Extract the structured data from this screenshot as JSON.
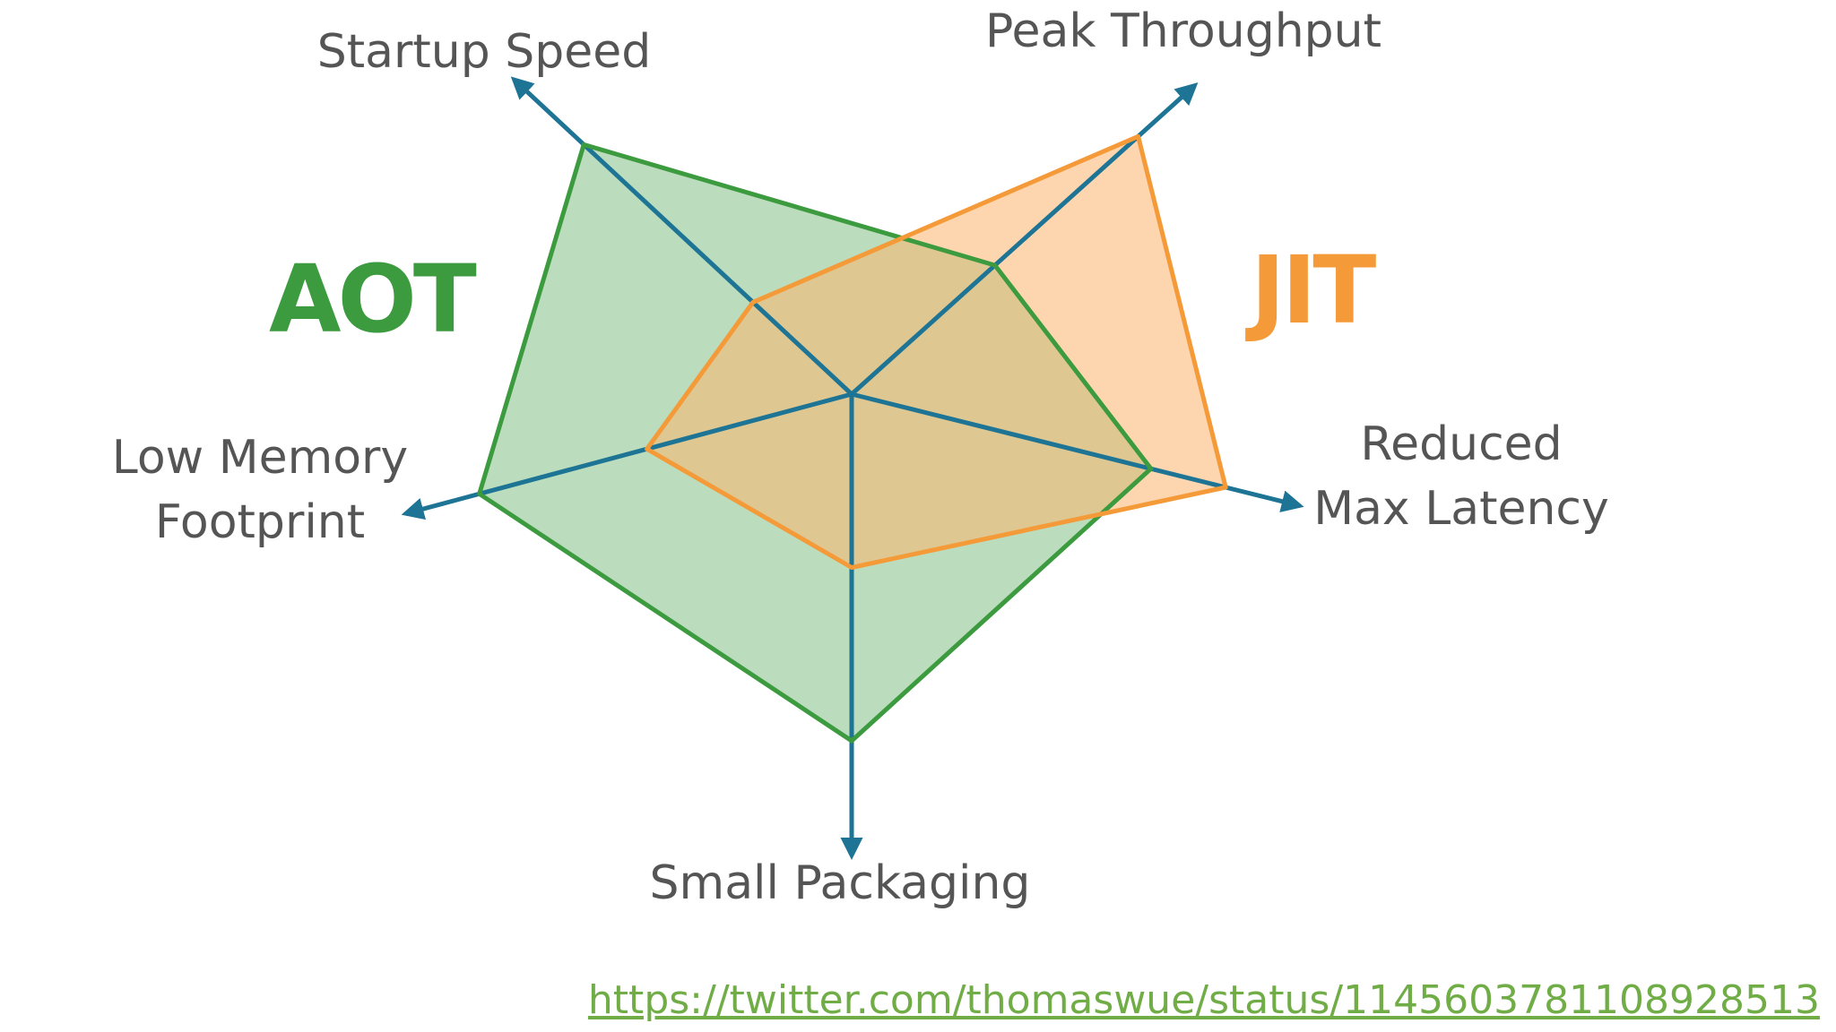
{
  "chart_data": {
    "type": "radar",
    "title": "",
    "axes": [
      "Startup Speed",
      "Peak Throughput",
      "Reduced Max Latency",
      "Small Packaging",
      "Low Memory Footprint"
    ],
    "axis_label_lines": [
      [
        "Startup Speed"
      ],
      [
        "Peak Throughput"
      ],
      [
        "Reduced",
        "Max Latency"
      ],
      [
        "Small Packaging"
      ],
      [
        "Low Memory",
        "Footprint"
      ]
    ],
    "range": [
      0,
      1
    ],
    "grid": false,
    "series": [
      {
        "name": "AOT",
        "color": "#3c9a3f",
        "fill": "#83c186",
        "values": [
          0.95,
          0.5,
          0.8,
          0.9,
          1.0
        ]
      },
      {
        "name": "JIT",
        "color": "#f59a38",
        "fill": "#fbb56e",
        "values": [
          0.35,
          1.0,
          1.0,
          0.45,
          0.55
        ]
      }
    ],
    "axis_color": "#1d7494"
  },
  "source": {
    "url": "https://twitter.com/thomaswue/status/1145603781108928513"
  }
}
